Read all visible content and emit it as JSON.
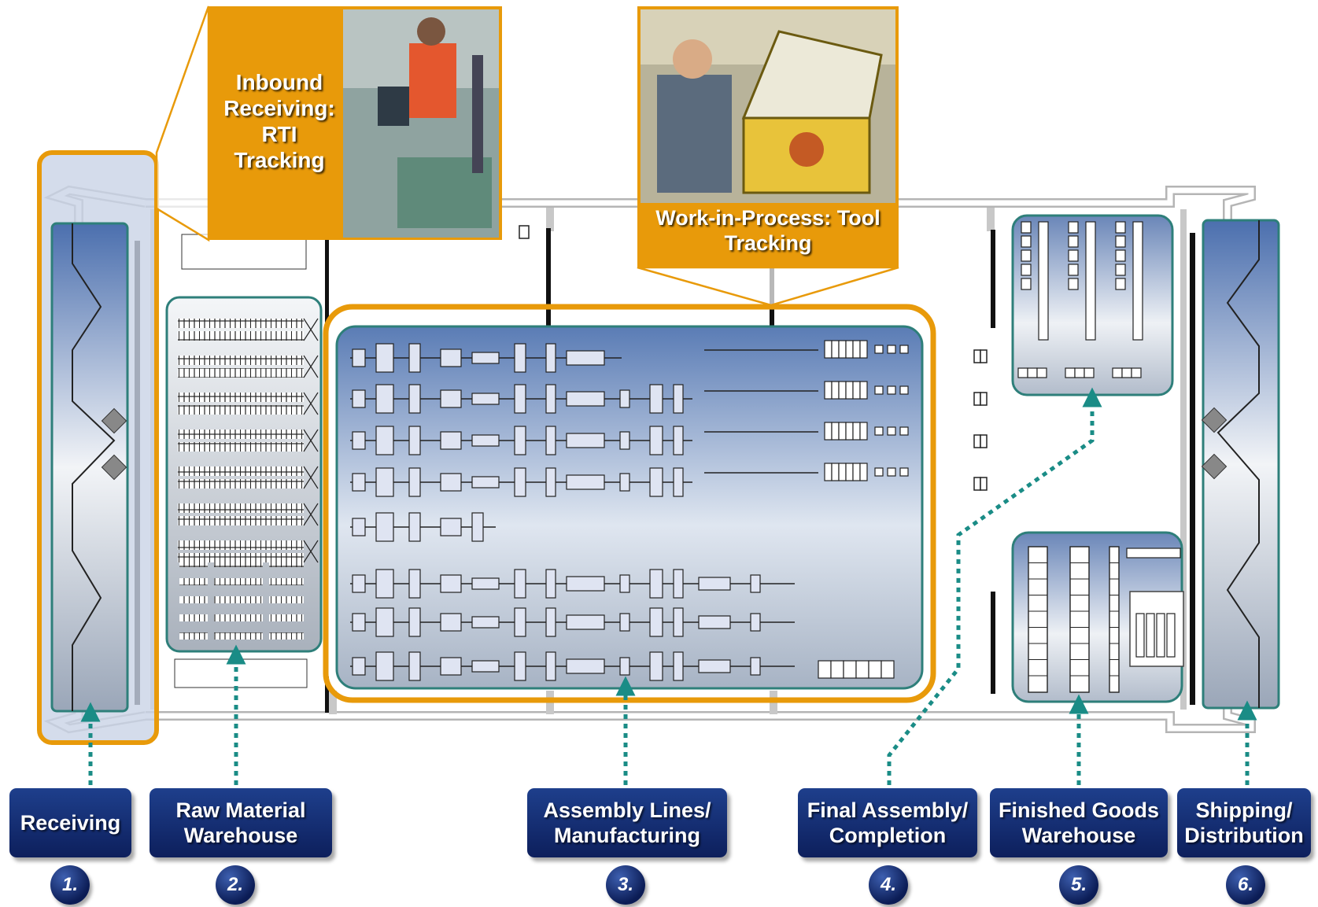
{
  "callouts": {
    "inbound": "Inbound Receiving: RTI Tracking",
    "wip": "Work-in-Process: Tool Tracking"
  },
  "stages": [
    {
      "number": "1.",
      "label": "Receiving"
    },
    {
      "number": "2.",
      "label": "Raw Material Warehouse"
    },
    {
      "number": "3.",
      "label": "Assembly Lines/ Manufacturing"
    },
    {
      "number": "4.",
      "label": "Final Assembly/ Completion"
    },
    {
      "number": "5.",
      "label": "Finished Goods Warehouse"
    },
    {
      "number": "6.",
      "label": "Shipping/ Distribution"
    }
  ],
  "colors": {
    "callout_orange": "#E89A0A",
    "label_navy": "#0F2466",
    "zone_teal": "#2E7F7A",
    "arrow_teal": "#1A8C86"
  }
}
